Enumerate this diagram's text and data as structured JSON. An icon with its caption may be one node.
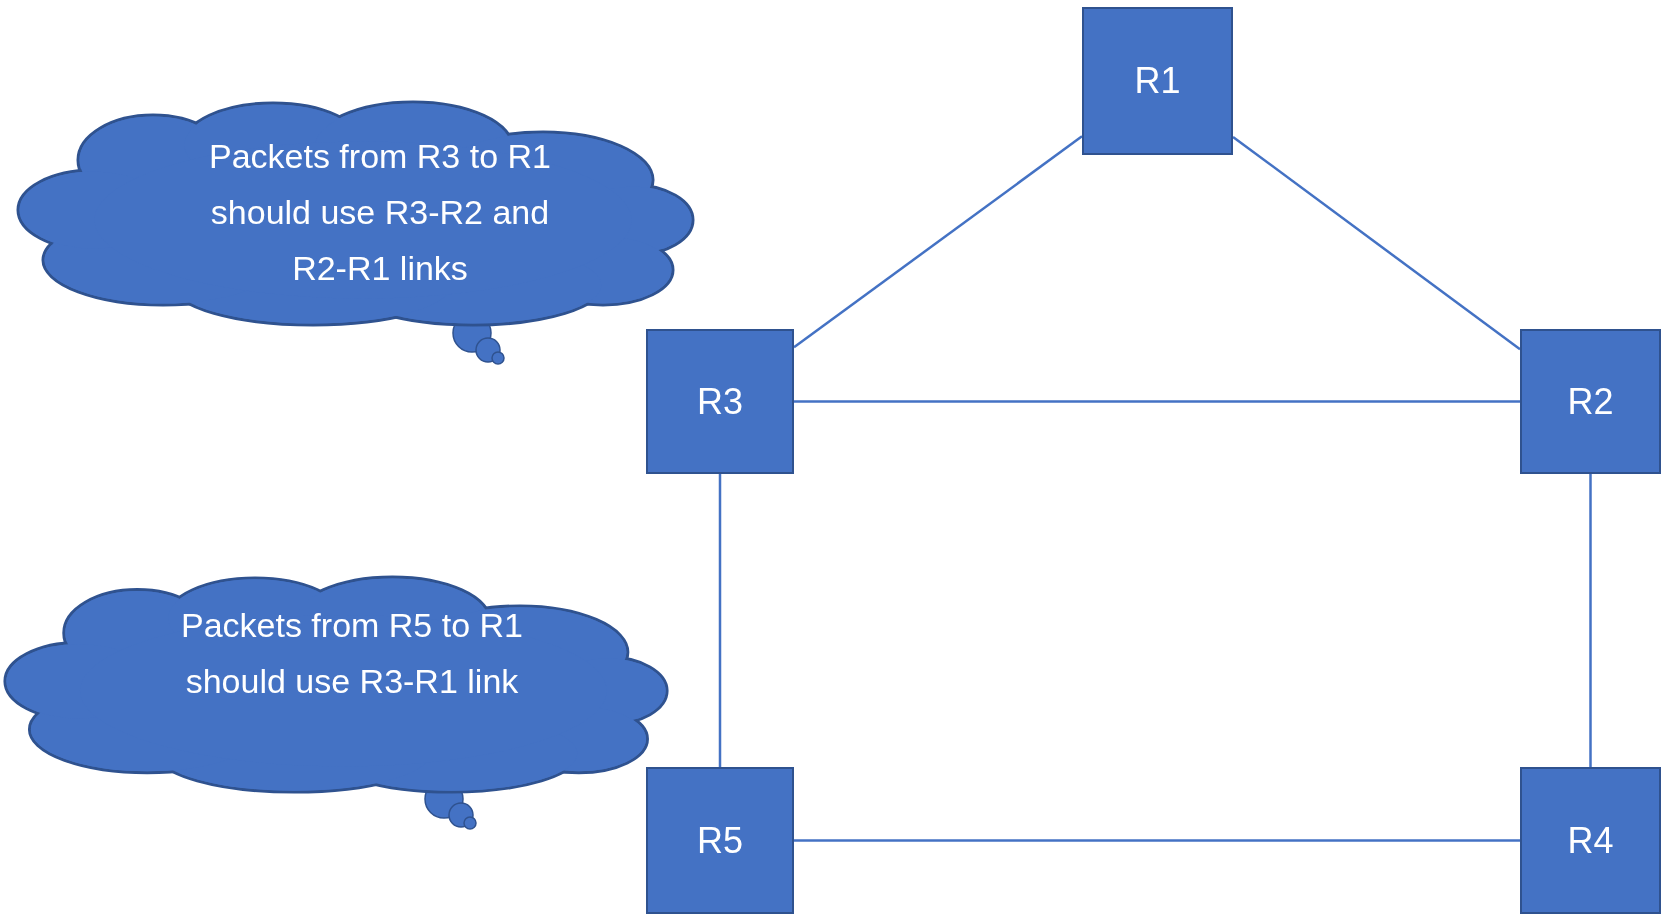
{
  "diagram": {
    "nodes": [
      {
        "text": [
          "R1"
        ]
      },
      {
        "text": [
          "Packets from R3 to R1 should use R3-R2 and R2-R1 links"
        ]
      },
      {
        "text": [
          "R3"
        ]
      },
      {
        "text": [
          "R2"
        ]
      },
      {
        "text": [
          "Packets from R5 to R1 should use R3-R1 link"
        ]
      },
      {
        "text": [
          "R5"
        ]
      },
      {
        "text": [
          "R4"
        ]
      }
    ],
    "edges": [
      {
        "from": 0,
        "to": 2,
        "arrow": "none"
      },
      {
        "from": 0,
        "to": 3,
        "arrow": "none"
      },
      {
        "from": 2,
        "to": 3,
        "arrow": "none"
      },
      {
        "from": 2,
        "to": 5,
        "arrow": "none"
      },
      {
        "from": 3,
        "to": 6,
        "arrow": "none"
      },
      {
        "from": 5,
        "to": 6,
        "arrow": "none"
      }
    ]
  }
}
